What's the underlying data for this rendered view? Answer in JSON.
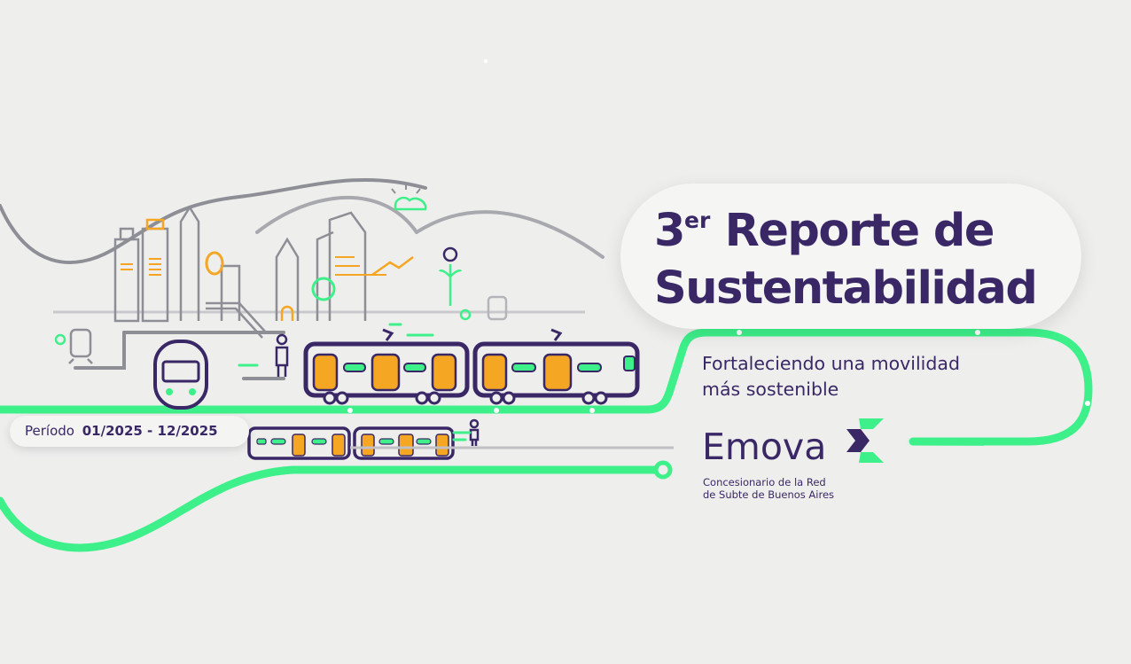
{
  "report": {
    "title_number": "3",
    "title_ordinal": "er",
    "title_line1_rest": "Reporte de",
    "title_line2": "Sustentabilidad",
    "subtitle_line1": "Fortaleciendo una movilidad",
    "subtitle_line2": "más sostenible"
  },
  "period": {
    "label": "Período",
    "value": "01/2025 - 12/2025"
  },
  "brand": {
    "name": "Emova",
    "tagline_line1": "Concesionario de la Red",
    "tagline_line2": "de Subte de Buenos Aires"
  },
  "colors": {
    "background": "#eeeeed",
    "primary_purple": "#3a2866",
    "accent_green": "#3df08a",
    "accent_orange": "#f5a623",
    "line_gray": "#8e8e96"
  },
  "icons": [
    "city-skyline-illustration",
    "subway-train-icon",
    "sun-cloud-icon",
    "lightbulb-icon",
    "emova-logo-icon"
  ]
}
